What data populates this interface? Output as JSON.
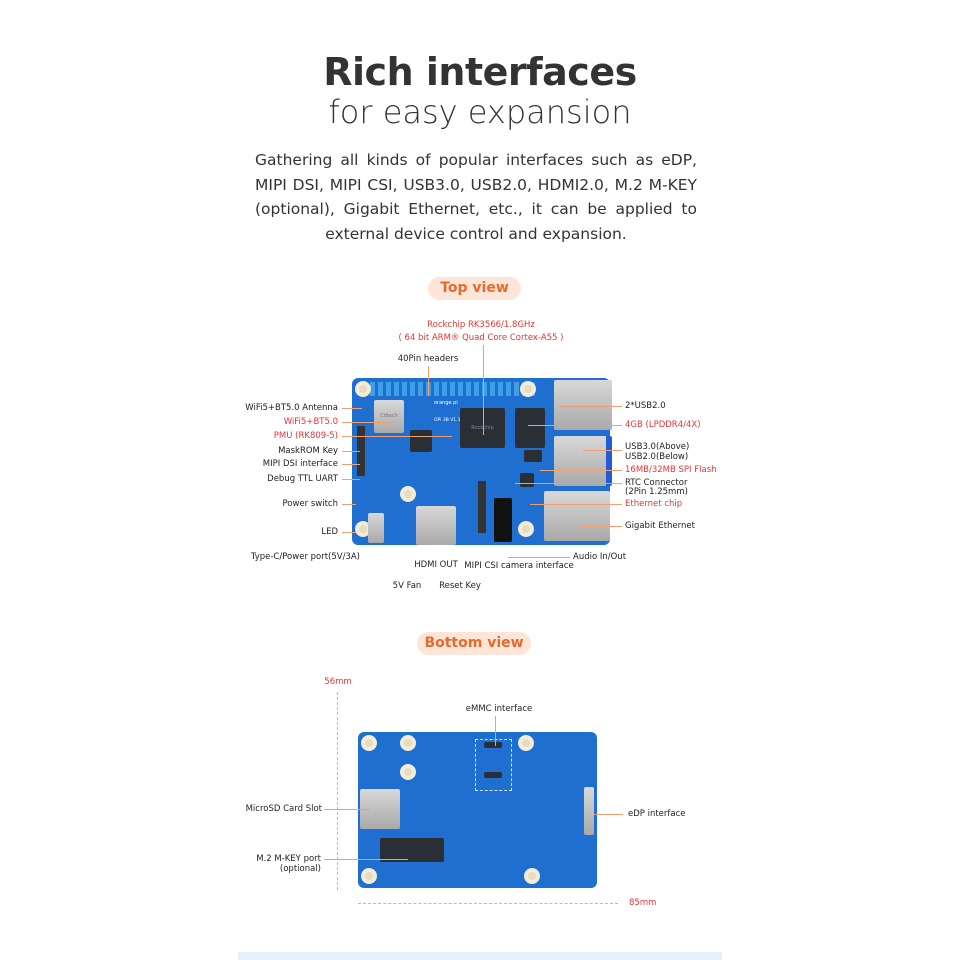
{
  "header": {
    "title": "Rich interfaces",
    "subtitle": "for easy expansion",
    "description": "Gathering all kinds of popular interfaces such as eDP, MIPI DSI, MIPI CSI, USB3.0, USB2.0, HDMI2.0, M.2 M-KEY (optional), Gigabit Ethernet, etc., it can be applied to external device control and expansion."
  },
  "top_view": {
    "label": "Top view",
    "soc_line1": "Rockchip RK3566/1.8GHz",
    "soc_line2": "( 64 bit ARM® Quad Core Cortex-A55 )",
    "headers": "40Pin headers",
    "left": [
      "WiFi5+BT5.0 Antenna",
      "WiFi5+BT5.0",
      "PMU (RK809-5)",
      "MaskROM Key",
      "MIPI DSI interface",
      "Debug TTL UART",
      "Power switch",
      "LED"
    ],
    "typec": "Type-C/Power port(5V/3A)",
    "hdmi": "HDMI OUT",
    "csi": "MIPI CSI camera interface",
    "fan": "5V Fan",
    "reset": "Reset Key",
    "audio": "Audio In/Out",
    "right": [
      "2*USB2.0",
      "4GB (LPDDR4/4X)",
      "USB3.0(Above)",
      "USB2.0(Below)",
      "16MB/32MB SPI Flash",
      "RTC Connector",
      "(2Pin 1.25mm)",
      "Ethernet chip",
      "Gigabit Ethernet"
    ],
    "board_text": {
      "brand": "orange pi",
      "model": "OPi 3B V1.1.1",
      "soc": "Rockchip",
      "wifi": "Cdtech"
    }
  },
  "bottom_view": {
    "label": "Bottom view",
    "height_dim": "56mm",
    "width_dim": "85mm",
    "emmc": "eMMC interface",
    "microsd": "MicroSD Card Slot",
    "m2_line1": "M.2 M-KEY port",
    "m2_line2": "(optional)",
    "edp": "eDP interface"
  },
  "colors": {
    "accent": "#e8692d",
    "red": "#e53434",
    "board": "#1f6fd1"
  }
}
